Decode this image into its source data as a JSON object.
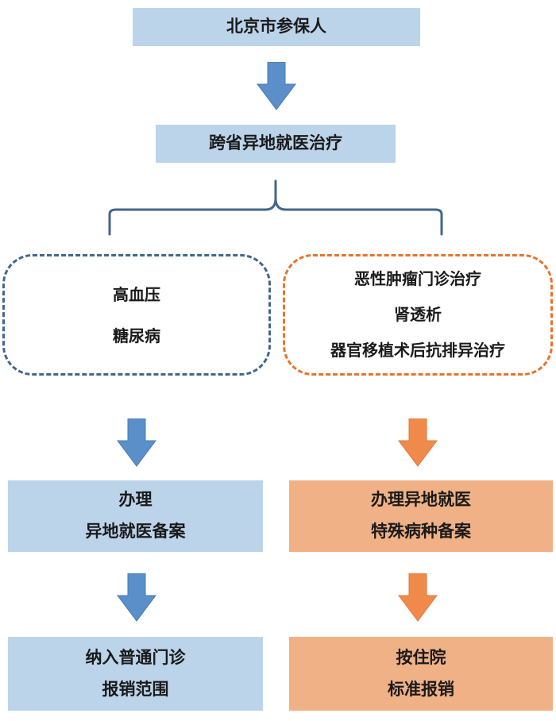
{
  "title": "北京市参保人",
  "step1": "跨省异地就医治疗",
  "left_group": {
    "items": [
      "高血压",
      "糖尿病"
    ],
    "color": "#43668b"
  },
  "right_group": {
    "items": [
      "恶性肿瘤门诊治疗",
      "肾透析",
      "器官移植术后抗排异治疗"
    ],
    "color": "#e8732c"
  },
  "left_flow": {
    "step_a": [
      "办理",
      "异地就医备案"
    ],
    "step_b": [
      "纳入普通门诊",
      "报销范围"
    ],
    "box_color": "#bcd4ea",
    "arrow_color": "#5b8fc9"
  },
  "right_flow": {
    "step_a": [
      "办理异地就医",
      "特殊病种备案"
    ],
    "step_b": [
      "按住院",
      "标准报销"
    ],
    "box_color": "#f0b186",
    "arrow_color": "#f08a4b"
  }
}
